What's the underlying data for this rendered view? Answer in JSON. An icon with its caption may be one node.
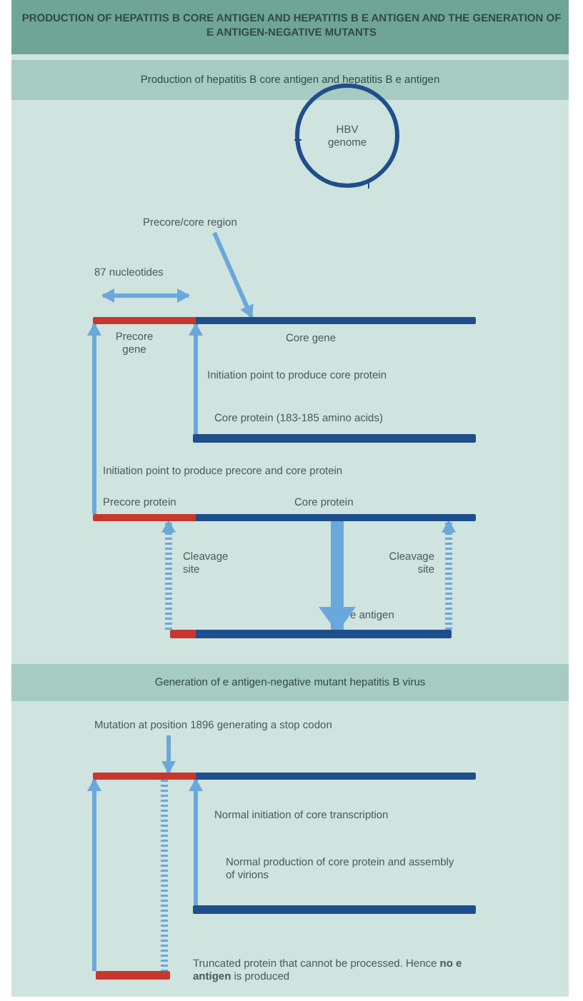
{
  "diagram": {
    "title": "PRODUCTION OF HEPATITIS B CORE ANTIGEN AND HEPATITIS B E ANTIGEN AND THE GENERATION OF E ANTIGEN-NEGATIVE MUTANTS",
    "nodes": [
      {
        "text": [
          "Production of hepatitis B core antigen and hepatitis B e antigen"
        ]
      },
      {
        "text": [
          "HBV genome"
        ]
      },
      {
        "text": [
          "Precore/core region"
        ]
      },
      {
        "text": [],
        "shape": "bar",
        "beside": [
          "87 nucleotides",
          "Precore gene",
          "Core gene"
        ]
      },
      {
        "text": [],
        "shape": "bar",
        "beside": [
          "Core protein (183-185 amino acids)"
        ]
      },
      {
        "text": [],
        "shape": "bar",
        "beside": [
          "Precore protein",
          "Core protein"
        ]
      },
      {
        "text": [],
        "shape": "bar",
        "beside": [
          "e antigen"
        ]
      },
      {
        "text": [
          "Generation of e antigen-negative mutant hepatitis B virus"
        ]
      },
      {
        "text": [
          "Mutation at position 1896 generating a stop codon"
        ]
      },
      {
        "text": [],
        "shape": "bar",
        "beside": [
          "Normal initiation of core transcription"
        ]
      },
      {
        "text": [],
        "shape": "bar",
        "beside": [
          "Normal production of core protein and assembly of virions"
        ]
      },
      {
        "text": [],
        "shape": "bar",
        "beside": [
          "Truncated protein that cannot be processed. Hence **no e antigen** is produced"
        ]
      }
    ],
    "edges": [
      {
        "from": 2,
        "to": 3,
        "arrow": "to"
      },
      {
        "from": 4,
        "to": 3,
        "arrow": "to"
      },
      {
        "from": 5,
        "to": 3,
        "arrow": "to"
      },
      {
        "from": 5,
        "to": 6,
        "arrow": "to",
        "style": "thick"
      },
      {
        "from": 6,
        "to": 5,
        "arrow": "to",
        "style": "dashed"
      },
      {
        "from": 6,
        "to": 5,
        "arrow": "to",
        "style": "dashed"
      },
      {
        "from": 8,
        "to": 9,
        "arrow": "to"
      },
      {
        "from": 10,
        "to": 9,
        "arrow": "to"
      },
      {
        "from": 11,
        "to": 9,
        "arrow": "to"
      },
      {
        "from": 9,
        "to": 11,
        "arrow": "none",
        "style": "dashed"
      }
    ],
    "labels": [
      "Initiation point to produce core protein",
      "Initiation point to produce precore and core protein",
      "Cleavage site",
      "Cleavage site"
    ]
  }
}
